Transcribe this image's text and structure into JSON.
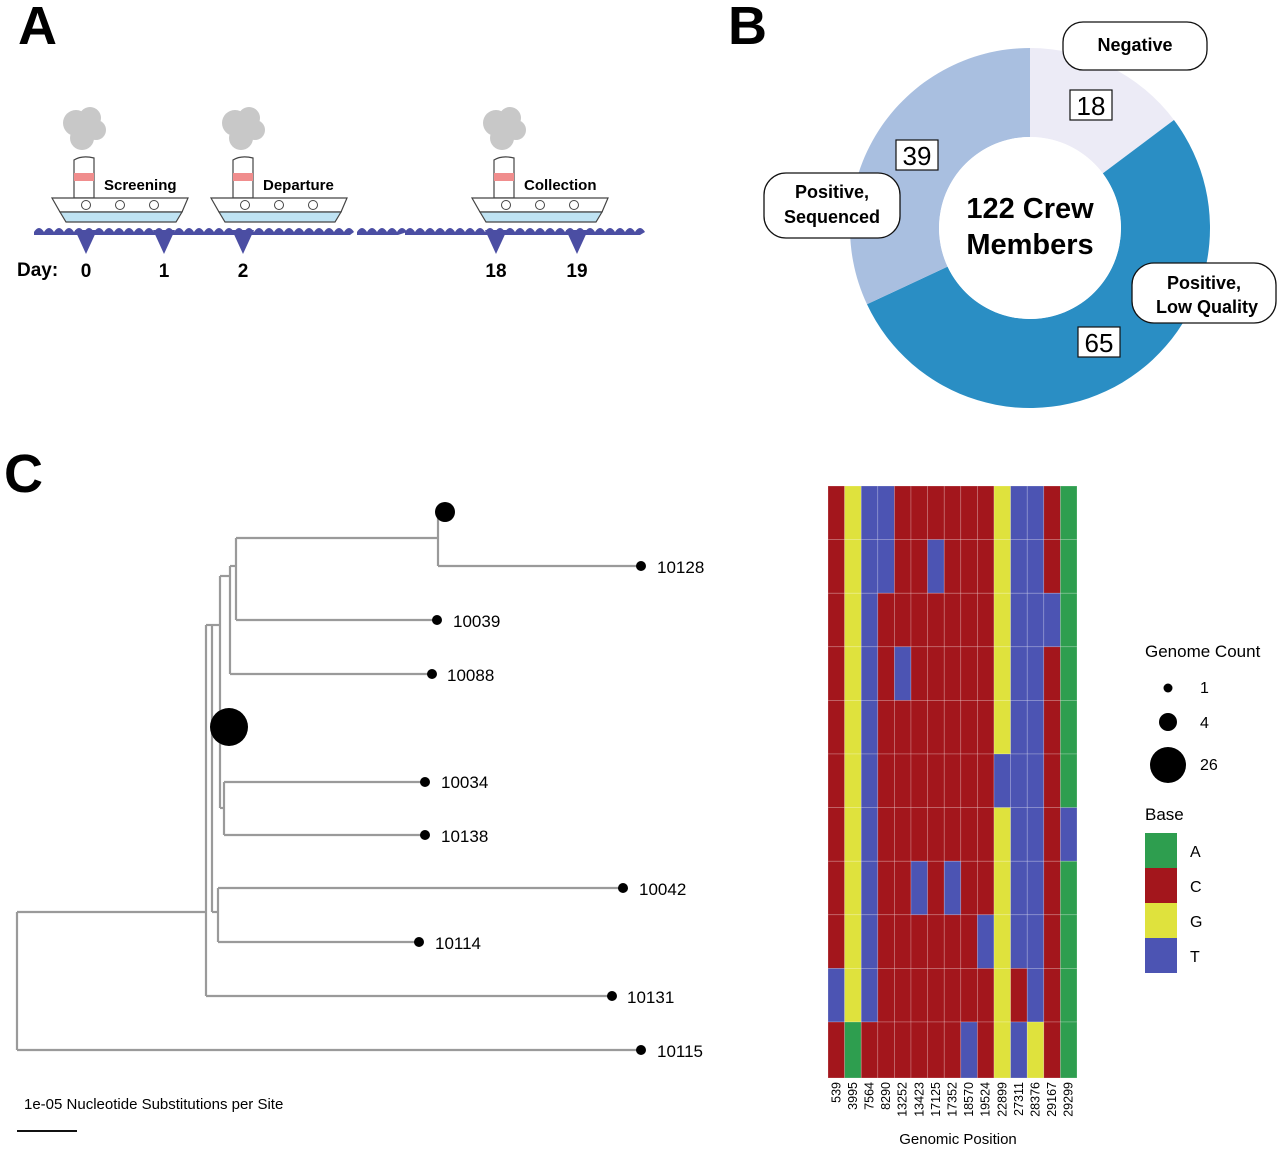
{
  "panels": {
    "a": "A",
    "b": "B",
    "c": "C"
  },
  "timeline": {
    "day_label": "Day:",
    "days": [
      "0",
      "1",
      "2",
      "18",
      "19"
    ],
    "ships": [
      {
        "label": "Screening",
        "day": "0"
      },
      {
        "label": "Departure",
        "day": "2"
      },
      {
        "label": "Collection",
        "day": "18"
      }
    ],
    "colors": {
      "hull": "#ffffff",
      "water": "#bfe3f3",
      "waves": "#4b4ea3",
      "smoke": "#c8c8c8",
      "stripe": "#f08d8d"
    }
  },
  "donut": {
    "center_line1": "122 Crew",
    "center_line2": "Members",
    "chart_data": {
      "type": "pie",
      "slices": [
        {
          "label": "Negative",
          "value": 18,
          "color": "#ecebf6"
        },
        {
          "label": "Positive, Low Quality",
          "value": 65,
          "color": "#2a8ec4"
        },
        {
          "label": "Positive, Sequenced",
          "value": 39,
          "color": "#a9bfe0"
        }
      ]
    },
    "callouts": {
      "negative": [
        "Negative"
      ],
      "low_quality": [
        "Positive,",
        "Low Quality"
      ],
      "sequenced": [
        "Positive,",
        "Sequenced"
      ]
    }
  },
  "tree": {
    "tips": [
      {
        "id": "10128",
        "count": 1
      },
      {
        "id": "10039",
        "count": 1
      },
      {
        "id": "10088",
        "count": 1
      },
      {
        "id": "10034",
        "count": 1
      },
      {
        "id": "10138",
        "count": 1
      },
      {
        "id": "10042",
        "count": 1
      },
      {
        "id": "10114",
        "count": 1
      },
      {
        "id": "10131",
        "count": 1
      },
      {
        "id": "10115",
        "count": 1
      }
    ],
    "internal_nodes": [
      {
        "node": "parent of 10128",
        "count": 4
      },
      {
        "node": "ancestral cluster",
        "count": 26
      }
    ],
    "scale_label": "1e-05 Nucleotide Substitutions per Site",
    "line_color": "#9a9a9a"
  },
  "heatmap": {
    "positions": [
      "539",
      "3995",
      "7564",
      "8290",
      "13252",
      "13423",
      "17125",
      "17352",
      "18570",
      "19524",
      "22899",
      "27311",
      "28376",
      "29167",
      "29299"
    ],
    "rows": [
      [
        "C",
        "G",
        "T",
        "T",
        "C",
        "C",
        "C",
        "C",
        "C",
        "C",
        "G",
        "T",
        "T",
        "C",
        "A"
      ],
      [
        "C",
        "G",
        "T",
        "T",
        "C",
        "C",
        "T",
        "C",
        "C",
        "C",
        "G",
        "T",
        "T",
        "C",
        "A"
      ],
      [
        "C",
        "G",
        "T",
        "C",
        "C",
        "C",
        "C",
        "C",
        "C",
        "C",
        "G",
        "T",
        "T",
        "T",
        "A"
      ],
      [
        "C",
        "G",
        "T",
        "C",
        "T",
        "C",
        "C",
        "C",
        "C",
        "C",
        "G",
        "T",
        "T",
        "C",
        "A"
      ],
      [
        "C",
        "G",
        "T",
        "C",
        "C",
        "C",
        "C",
        "C",
        "C",
        "C",
        "G",
        "T",
        "T",
        "C",
        "A"
      ],
      [
        "C",
        "G",
        "T",
        "C",
        "C",
        "C",
        "C",
        "C",
        "C",
        "C",
        "T",
        "T",
        "T",
        "C",
        "A"
      ],
      [
        "C",
        "G",
        "T",
        "C",
        "C",
        "C",
        "C",
        "C",
        "C",
        "C",
        "G",
        "T",
        "T",
        "C",
        "T"
      ],
      [
        "C",
        "G",
        "T",
        "C",
        "C",
        "T",
        "C",
        "T",
        "C",
        "C",
        "G",
        "T",
        "T",
        "C",
        "A"
      ],
      [
        "C",
        "G",
        "T",
        "C",
        "C",
        "C",
        "C",
        "C",
        "C",
        "T",
        "G",
        "T",
        "T",
        "C",
        "A"
      ],
      [
        "T",
        "G",
        "T",
        "C",
        "C",
        "C",
        "C",
        "C",
        "C",
        "C",
        "G",
        "C",
        "T",
        "C",
        "A"
      ],
      [
        "C",
        "A",
        "C",
        "C",
        "C",
        "C",
        "C",
        "C",
        "T",
        "C",
        "G",
        "T",
        "G",
        "C",
        "A"
      ]
    ],
    "xlabel": "Genomic Position",
    "chart_data": {
      "type": "heatmap",
      "x": [
        "539",
        "3995",
        "7564",
        "8290",
        "13252",
        "13423",
        "17125",
        "17352",
        "18570",
        "19524",
        "22899",
        "27311",
        "28376",
        "29167",
        "29299"
      ],
      "y": [
        "10128",
        "10039",
        "10088",
        "ancestral cluster",
        "10034",
        "10138",
        "10042",
        "10114",
        "10131",
        "10115"
      ],
      "xlabel": "Genomic Position"
    }
  },
  "legend": {
    "count_title": "Genome Count",
    "counts": [
      {
        "label": "1"
      },
      {
        "label": "4"
      },
      {
        "label": "26"
      }
    ],
    "base_title": "Base",
    "bases": [
      {
        "label": "A",
        "color": "#2e9e4f"
      },
      {
        "label": "C",
        "color": "#a3161c"
      },
      {
        "label": "G",
        "color": "#dfe23d"
      },
      {
        "label": "T",
        "color": "#4c54b3"
      }
    ]
  }
}
